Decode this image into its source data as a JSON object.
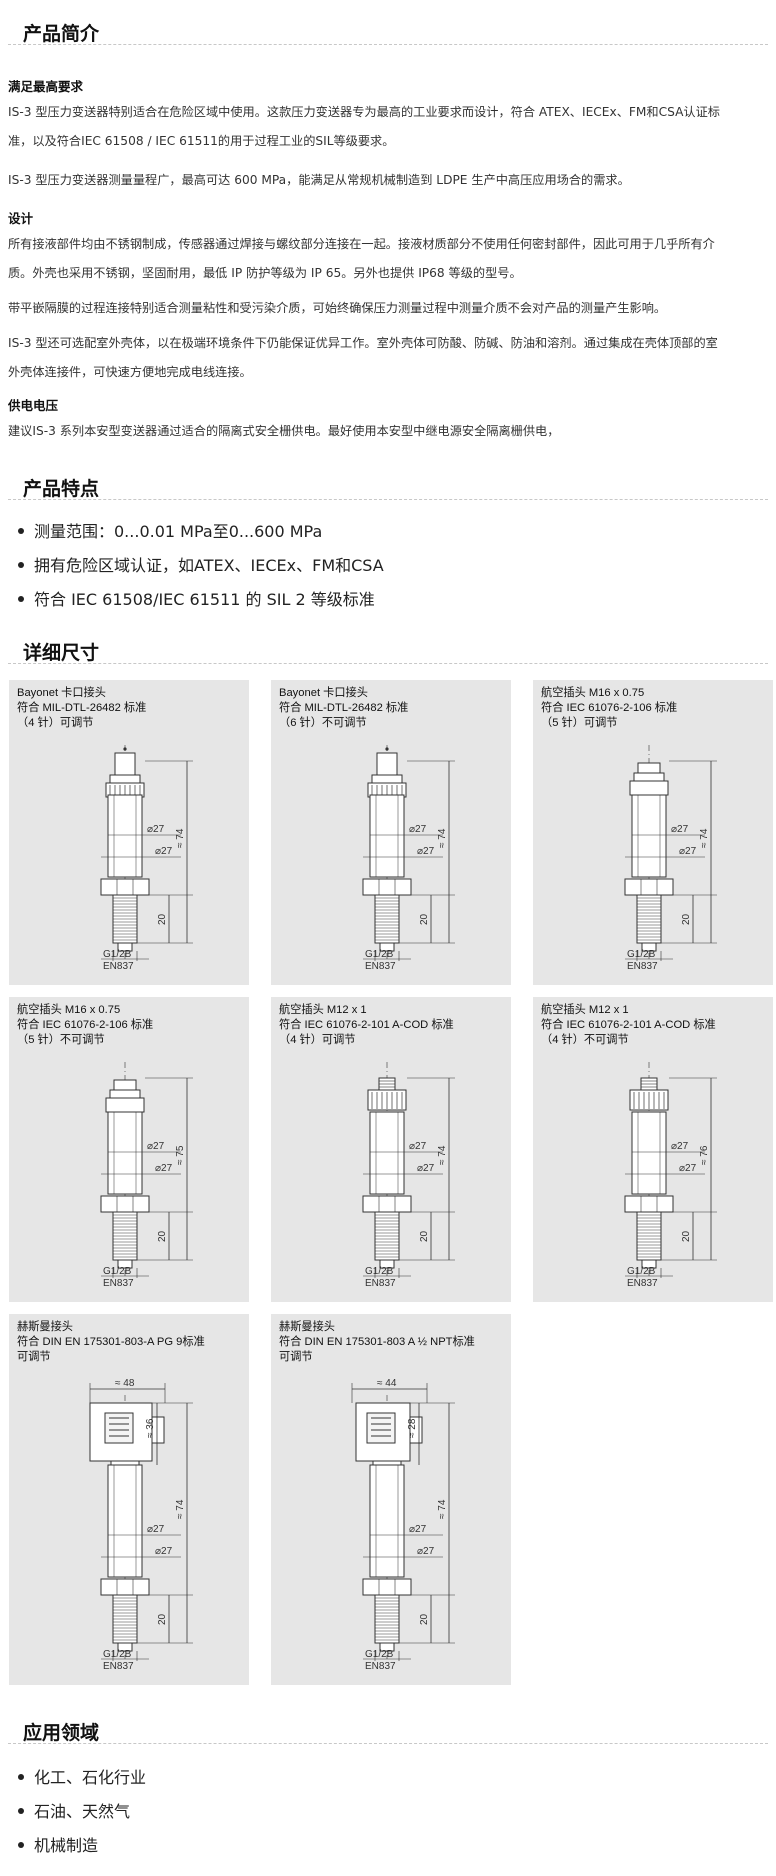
{
  "sections": {
    "intro": "产品简介",
    "features": "产品特点",
    "dimensions": "详细尺寸",
    "applications": "应用领域"
  },
  "intro": {
    "h1": "满足最高要求",
    "p1_l1": "IS-3 型压力变送器特别适合在危险区域中使用。这款压力变送器专为最高的工业要求而设计，符合 ATEX、IECEx、FM和CSA认证标",
    "p1_l2": "准，以及符合IEC 61508 / IEC 61511的用于过程工业的SIL等级要求。",
    "p2": "IS-3 型压力变送器测量量程广，最高可达 600 MPa，能满足从常规机械制造到 LDPE 生产中高压应用场合的需求。",
    "h2": "设计",
    "p3_l1": "所有接液部件均由不锈钢制成，传感器通过焊接与螺纹部分连接在一起。接液材质部分不使用任何密封部件，因此可用于几乎所有介",
    "p3_l2": "质。外壳也采用不锈钢，坚固耐用，最低 IP 防护等级为 IP 65。另外也提供 IP68 等级的型号。",
    "p4": "带平嵌隔膜的过程连接特别适合测量粘性和受污染介质，可始终确保压力测量过程中测量介质不会对产品的测量产生影响。",
    "p5_l1": "IS-3 型还可选配室外壳体，以在极端环境条件下仍能保证优异工作。室外壳体可防酸、防碱、防油和溶剂。通过集成在壳体顶部的室",
    "p5_l2": "外壳体连接件，可快速方便地完成电线连接。",
    "h3": "供电电压",
    "p6": "建议IS-3 系列本安型变送器通过适合的隔离式安全栅供电。最好使用本安型中继电源安全隔离栅供电，"
  },
  "features": [
    "测量范围：0...0.01 MPa至0...600 MPa",
    "拥有危险区域认证，如ATEX、IECEx、FM和CSA",
    "符合 IEC 61508/IEC 61511 的 SIL 2 等级标准"
  ],
  "cards": [
    {
      "l1": "Bayonet 卡口接头",
      "l2": "符合 MIL-DTL-26482 标准",
      "l3": "（4 针）可调节",
      "head": "bayonet",
      "len": "≈ 74",
      "d1": "⌀27",
      "d2": "⌀27",
      "d3": "20",
      "thread": "G1/2B",
      "std": "EN837"
    },
    {
      "l1": "Bayonet 卡口接头",
      "l2": "符合 MIL-DTL-26482 标准",
      "l3": "（6 针）不可调节",
      "head": "bayonet",
      "len": "≈ 74",
      "d1": "⌀27",
      "d2": "⌀27",
      "d3": "20",
      "thread": "G1/2B",
      "std": "EN837"
    },
    {
      "l1": "航空插头 M16 x 0.75",
      "l2": "符合 IEC 61076-2-106 标准",
      "l3": "（5 针）可调节",
      "head": "m16",
      "len": "≈ 74",
      "d1": "⌀27",
      "d2": "⌀27",
      "d3": "20",
      "thread": "G1/2B",
      "std": "EN837"
    },
    {
      "l1": "航空插头 M16 x 0.75",
      "l2": "符合 IEC 61076-2-106 标准",
      "l3": "（5 针）不可调节",
      "head": "m16b",
      "len": "≈ 75",
      "d1": "⌀27",
      "d2": "⌀27",
      "d3": "20",
      "thread": "G1/2B",
      "std": "EN837"
    },
    {
      "l1": "航空插头 M12 x 1",
      "l2": "符合 IEC 61076-2-101 A-COD 标准",
      "l3": "（4 针）可调节",
      "head": "m12",
      "len": "≈ 74",
      "d1": "⌀27",
      "d2": "⌀27",
      "d3": "20",
      "thread": "G1/2B",
      "std": "EN837"
    },
    {
      "l1": "航空插头 M12 x 1",
      "l2": "符合 IEC 61076-2-101 A-COD 标准",
      "l3": "（4 针）不可调节",
      "head": "m12b",
      "len": "≈ 76",
      "d1": "⌀27",
      "d2": "⌀27",
      "d3": "20",
      "thread": "G1/2B",
      "std": "EN837"
    },
    {
      "l1": "赫斯曼接头",
      "l2": "符合 DIN EN 175301-803-A PG 9标准",
      "l3": "可调节",
      "head": "hirsch",
      "len": "≈ 74",
      "d1": "⌀27",
      "d2": "⌀27",
      "d3": "20",
      "top": "≈ 48",
      "side": "≈ 36",
      "thread": "G1/2B",
      "std": "EN837"
    },
    {
      "l1": "赫斯曼接头",
      "l2": "符合 DIN EN 175301-803 A ½ NPT标准",
      "l3": "可调节",
      "head": "hirsch2",
      "len": "≈ 74",
      "d1": "⌀27",
      "d2": "⌀27",
      "d3": "20",
      "top": "≈ 44",
      "side": "≈ 28",
      "thread": "G1/2B",
      "std": "EN837"
    }
  ],
  "applications": [
    "化工、石化行业",
    "石油、天然气",
    "机械制造"
  ]
}
